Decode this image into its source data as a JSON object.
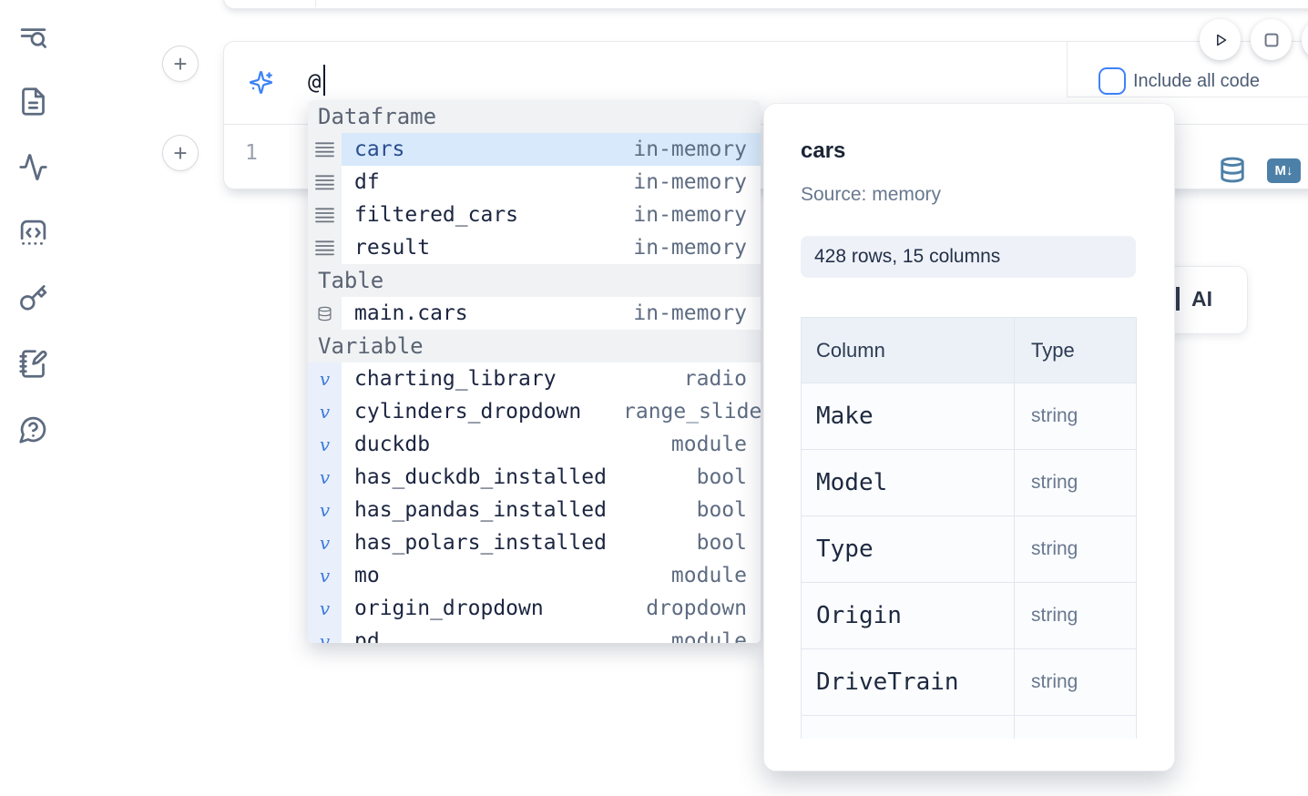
{
  "colors": {
    "accent_blue": "#3b82f6",
    "steel_blue": "#4d80a8",
    "selection_bg": "#d7e9fb"
  },
  "sidebar": {
    "icons": [
      "toc-search",
      "file-text",
      "activity",
      "code-snippet",
      "key",
      "notebook-pen",
      "help-chat"
    ]
  },
  "cells": {
    "add_cell_label": "+"
  },
  "ai_panel": {
    "prompt_value": "@",
    "include_label": "Include all code"
  },
  "editor": {
    "line_number": "1",
    "markdown_badge": "M↓"
  },
  "autocomplete": {
    "variable_glyph": "v",
    "sections": [
      {
        "label": "Dataframe",
        "items": [
          {
            "name": "cars",
            "type": "in-memory"
          },
          {
            "name": "df",
            "type": "in-memory"
          },
          {
            "name": "filtered_cars",
            "type": "in-memory"
          },
          {
            "name": "result",
            "type": "in-memory"
          }
        ]
      },
      {
        "label": "Table",
        "items": [
          {
            "name": "main.cars",
            "type": "in-memory"
          }
        ]
      },
      {
        "label": "Variable",
        "items": [
          {
            "name": "charting_library",
            "type": "radio"
          },
          {
            "name": "cylinders_dropdown",
            "type": "range_slider"
          },
          {
            "name": "duckdb",
            "type": "module"
          },
          {
            "name": "has_duckdb_installed",
            "type": "bool"
          },
          {
            "name": "has_pandas_installed",
            "type": "bool"
          },
          {
            "name": "has_polars_installed",
            "type": "bool"
          },
          {
            "name": "mo",
            "type": "module"
          },
          {
            "name": "origin_dropdown",
            "type": "dropdown"
          },
          {
            "name": "pd",
            "type": "module"
          }
        ]
      }
    ]
  },
  "preview": {
    "title": "cars",
    "source": "Source: memory",
    "shape": "428 rows, 15 columns",
    "columns_header": "Column",
    "type_header": "Type",
    "rows": [
      {
        "column": "Make",
        "type": "string"
      },
      {
        "column": "Model",
        "type": "string"
      },
      {
        "column": "Type",
        "type": "string"
      },
      {
        "column": "Origin",
        "type": "string"
      },
      {
        "column": "DriveTrain",
        "type": "string"
      }
    ]
  },
  "peek_button": {
    "visible_label": "AI"
  }
}
